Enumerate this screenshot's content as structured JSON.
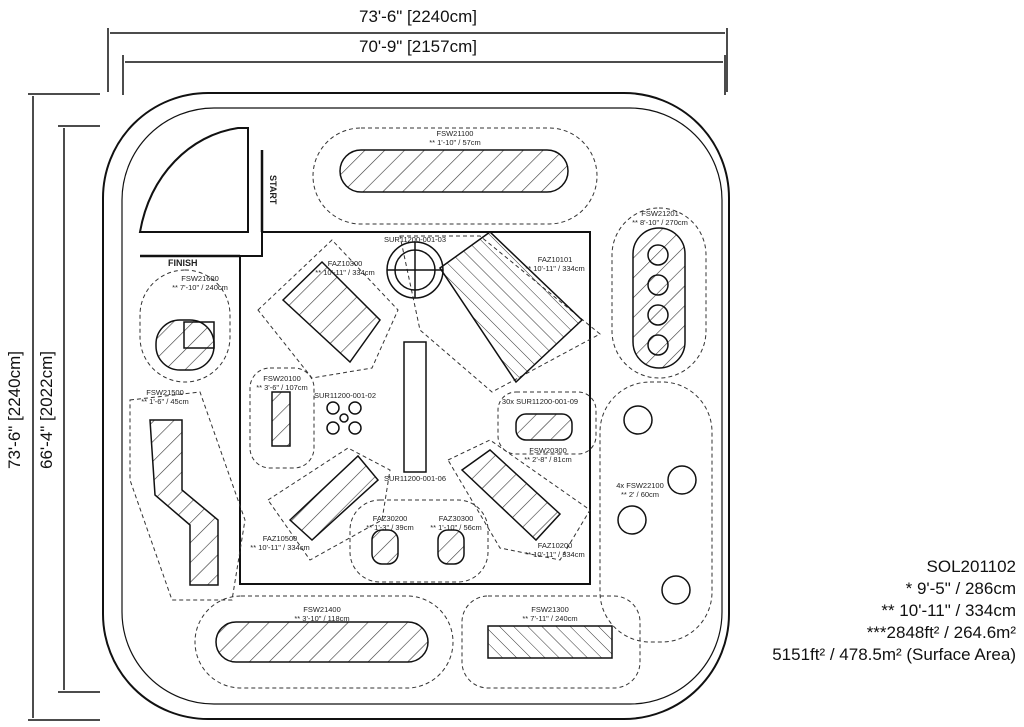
{
  "dimensions": {
    "outer_width": "73'-6\" [2240cm]",
    "inner_width": "70'-9\" [2157cm]",
    "outer_height": "73'-6\" [2240cm]",
    "inner_height": "66'-4\" [2022cm]"
  },
  "markers": {
    "start": "START",
    "finish": "FINISH"
  },
  "components": [
    {
      "code": "FSW21100",
      "size": "** 1'-10\" / 57cm"
    },
    {
      "code": "FSW21201",
      "size": "** 8'-10\" / 270cm"
    },
    {
      "code": "SUR11200-001-03",
      "size": ""
    },
    {
      "code": "FAZ10300",
      "size": "** 10'-11\" / 334cm"
    },
    {
      "code": "FAZ10101",
      "size": "** 10'-11\" / 334cm"
    },
    {
      "code": "FSW21600",
      "size": "** 7'-10\" / 240cm"
    },
    {
      "code": "FSW20100",
      "size": "** 3'-6\" / 107cm"
    },
    {
      "code": "SUR11200-001-02",
      "size": ""
    },
    {
      "code": "FSW21500",
      "size": "** 1'-6\" / 45cm"
    },
    {
      "code": "30x SUR11200-001-09",
      "size": ""
    },
    {
      "code": "FSW20300",
      "size": "** 2'-8\" / 81cm"
    },
    {
      "code": "SUR11200-001-06",
      "size": ""
    },
    {
      "code": "4x FSW22100",
      "size": "** 2' / 60cm"
    },
    {
      "code": "FAZ30200",
      "size": "** 1'-3\" / 39cm"
    },
    {
      "code": "FAZ30300",
      "size": "** 1'-10\" / 56cm"
    },
    {
      "code": "FAZ10500",
      "size": "** 10'-11\" / 334cm"
    },
    {
      "code": "FAZ10200",
      "size": "** 10'-11\" / 334cm"
    },
    {
      "code": "FSW21400",
      "size": "** 3'-10\" / 118cm"
    },
    {
      "code": "FSW21300",
      "size": "** 7'-11\" / 240cm"
    }
  ],
  "summary": {
    "model": "SOL201102",
    "height": "* 9'-5\" / 286cm",
    "fall_height": "** 10'-11\" / 334cm",
    "area": "***2848ft² / 264.6m²",
    "surface_area": "5151ft² / 478.5m² (Surface Area)"
  }
}
